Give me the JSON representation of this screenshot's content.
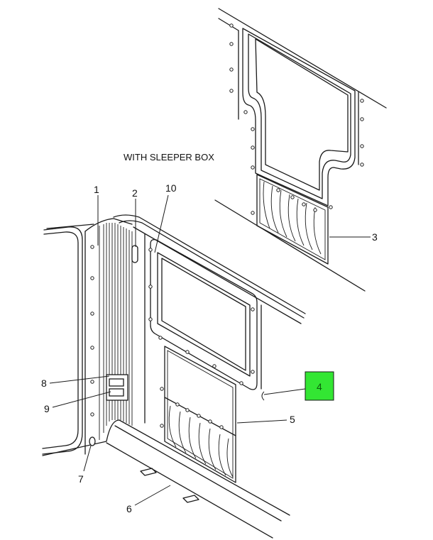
{
  "caption": "WITH SLEEPER BOX",
  "callouts": {
    "c1": "1",
    "c2": "2",
    "c3": "3",
    "c4": "4",
    "c5": "5",
    "c6": "6",
    "c7": "7",
    "c8": "8",
    "c9": "9",
    "c10": "10"
  },
  "colors": {
    "highlight": "#33e633",
    "line": "#1a1a1a",
    "background": "#ffffff"
  }
}
